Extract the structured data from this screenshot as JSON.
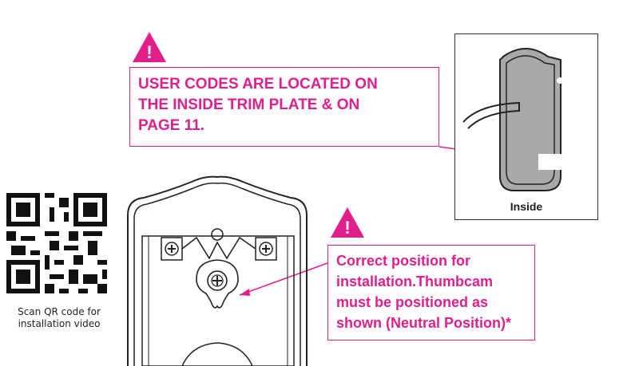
{
  "callouts": {
    "user_codes": [
      "USER CODES ARE LOCATED ON",
      "THE INSIDE TRIM PLATE & ON",
      "PAGE 11."
    ],
    "thumbcam": [
      "Correct position for",
      "installation.Thumbcam",
      "must be positioned as",
      "shown (Neutral Position)*"
    ]
  },
  "inset": {
    "label": "Inside"
  },
  "qr": {
    "caption": [
      "Scan QR code for",
      "installation video"
    ]
  },
  "warning_glyph": "!",
  "colors": {
    "accent": "#e01e8c",
    "line": "#222222",
    "plate": "#a9a9a9"
  },
  "icons": [
    "warning-triangle-icon",
    "qr-code-icon",
    "screw-icon"
  ]
}
